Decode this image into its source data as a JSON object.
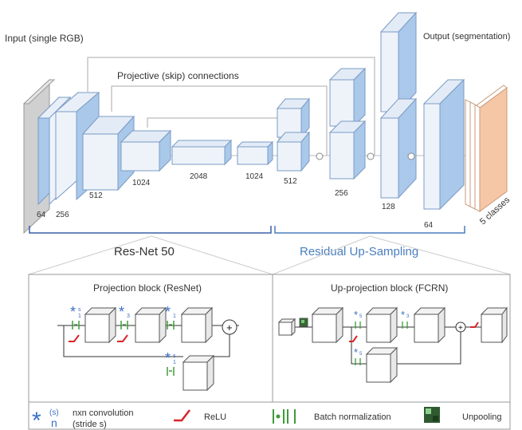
{
  "top": {
    "input_label": "Input (single RGB)",
    "skip_label": "Projective (skip) connections",
    "output_label": "Output (segmentation)",
    "classes_label": "5 classes",
    "encoder_channels": [
      "64",
      "256",
      "512",
      "1024",
      "2048",
      "1024"
    ],
    "decoder_channels": [
      "512",
      "256",
      "128",
      "64"
    ],
    "resnet_label": "Res-Net 50",
    "upsampling_label": "Residual Up-Sampling"
  },
  "projection_block": {
    "title": "Projection block (ResNet)",
    "k1": "1",
    "k3": "3",
    "s": "s"
  },
  "upprojection_block": {
    "title": "Up-projection block (FCRN)",
    "k5": "5",
    "k3": "3"
  },
  "legend": {
    "conv_symbol": "*",
    "conv_n": "n",
    "conv_s": "(s)",
    "conv_label": "nxn convolution",
    "conv_sub": "(stride s)",
    "relu_label": "ReLU",
    "bn_label": "Batch normalization",
    "unpool_label": "Unpooling"
  },
  "colors": {
    "face": "#eef3fa",
    "blue": "#a9c8ea",
    "gray": "#d4d4d4",
    "peach": "#f6c7a6",
    "bracket": "#3a5ea8",
    "relu": "#d9242a",
    "bn": "#3f9a3a",
    "star": "#3b6fc4"
  }
}
